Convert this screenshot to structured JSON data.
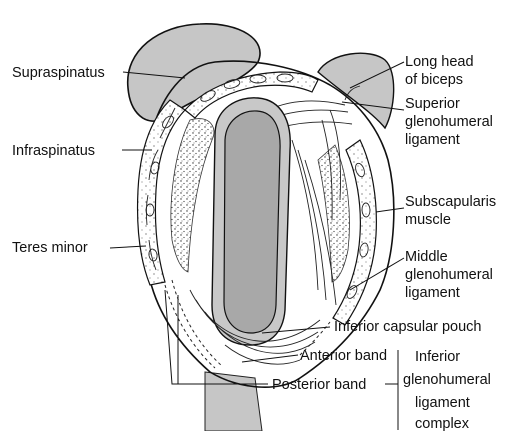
{
  "labels": {
    "supraspinatus": "Supraspinatus",
    "long_head_1": "Long head",
    "long_head_2": "of biceps",
    "superior_1": "Superior",
    "superior_2": "glenohumeral",
    "superior_3": "ligament",
    "infraspinatus": "Infraspinatus",
    "subscap_1": "Subscapularis",
    "subscap_2": "muscle",
    "teres_minor": "Teres minor",
    "middle_1": "Middle",
    "middle_2": "glenohumeral",
    "middle_3": "ligament",
    "inferior_pouch": "Inferior capsular pouch",
    "anterior_band": "Anterior band",
    "posterior_band": "Posterior band",
    "complex_1": "Inferior",
    "complex_2": "glenohumeral",
    "complex_3": "ligament",
    "complex_4": "complex"
  },
  "colors": {
    "muscle_fill": "#c6c6c6",
    "glenoid_rim": "#c8c8c8",
    "glenoid_face": "#a8a8a8",
    "ink": "#111111"
  }
}
